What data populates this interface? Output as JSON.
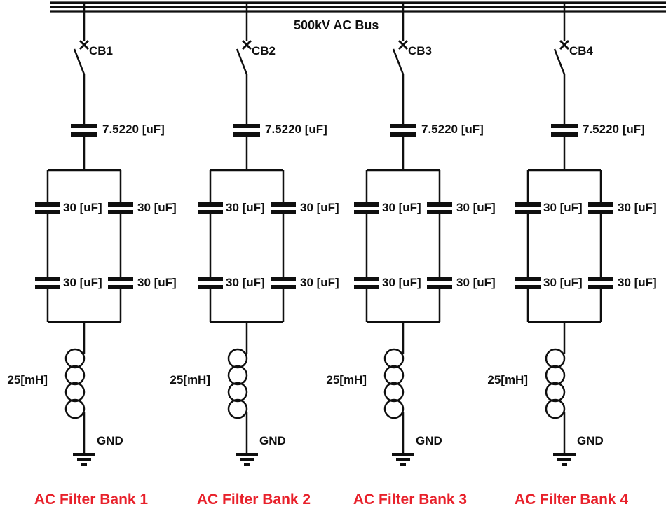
{
  "bus": {
    "label": "500kV AC Bus"
  },
  "banks": [
    {
      "breaker_label": "CB1",
      "series_capacitor_label": "7.5220 [uF]",
      "shunt_capacitor_labels": [
        "30 [uF]",
        "30 [uF]",
        "30 [uF]",
        "30 [uF]"
      ],
      "inductor_label": "25[mH]",
      "ground_label": "GND",
      "title": "AC Filter Bank 1"
    },
    {
      "breaker_label": "CB2",
      "series_capacitor_label": "7.5220 [uF]",
      "shunt_capacitor_labels": [
        "30 [uF]",
        "30 [uF]",
        "30 [uF]",
        "30 [uF]"
      ],
      "inductor_label": "25[mH]",
      "ground_label": "GND",
      "title": "AC Filter Bank 2"
    },
    {
      "breaker_label": "CB3",
      "series_capacitor_label": "7.5220 [uF]",
      "shunt_capacitor_labels": [
        "30 [uF]",
        "30 [uF]",
        "30 [uF]",
        "30 [uF]"
      ],
      "inductor_label": "25[mH]",
      "ground_label": "GND",
      "title": "AC Filter Bank 3"
    },
    {
      "breaker_label": "CB4",
      "series_capacitor_label": "7.5220 [uF]",
      "shunt_capacitor_labels": [
        "30 [uF]",
        "30 [uF]",
        "30 [uF]",
        "30 [uF]"
      ],
      "inductor_label": "25[mH]",
      "ground_label": "GND",
      "title": "AC Filter Bank 4"
    }
  ],
  "colors": {
    "wire": "#0f0f0f",
    "bank_title": "#e8212b"
  }
}
